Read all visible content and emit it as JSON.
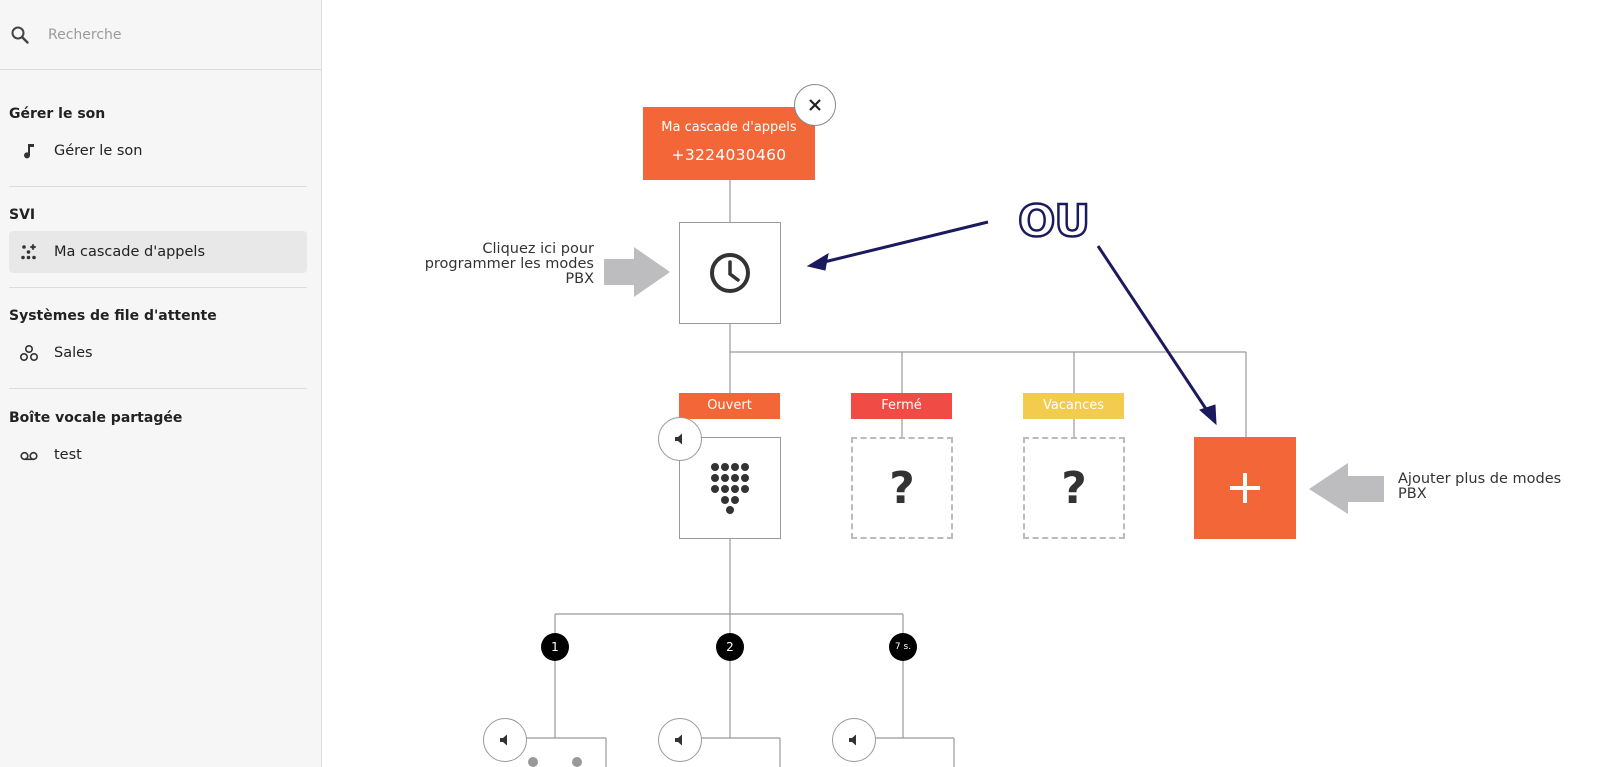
{
  "search": {
    "placeholder": "Recherche"
  },
  "sidebar": {
    "sections": [
      {
        "title": "Gérer le son",
        "items": [
          {
            "label": "Gérer le son",
            "icon": "music-note-icon"
          }
        ]
      },
      {
        "title": "SVI",
        "items": [
          {
            "label": "Ma cascade d'appels",
            "icon": "ivr-tree-icon",
            "active": true
          }
        ]
      },
      {
        "title": "Systèmes de file d'attente",
        "items": [
          {
            "label": "Sales",
            "icon": "queue-group-icon"
          }
        ]
      },
      {
        "title": "Boîte vocale partagée",
        "items": [
          {
            "label": "test",
            "icon": "voicemail-icon"
          }
        ]
      }
    ]
  },
  "flow": {
    "root": {
      "name": "Ma cascade d'appels",
      "number": "+3224030460"
    },
    "modes": [
      {
        "label": "Ouvert",
        "color": "#f26638"
      },
      {
        "label": "Fermé",
        "color": "#f04b44"
      },
      {
        "label": "Vacances",
        "color": "#f2cb4f"
      }
    ],
    "unknown_mark": "?",
    "add_symbol": "+",
    "menu_keys": [
      "1",
      "2",
      "7 s."
    ]
  },
  "annotations": {
    "schedule_hint": [
      "Cliquez ici pour",
      "programmer les modes",
      "PBX"
    ],
    "add_hint": [
      "Ajouter plus de modes",
      "PBX"
    ],
    "or_text": "OU"
  },
  "colors": {
    "accent": "#f26638",
    "arrow": "#1c1a5e",
    "hint_arrow": "#bdbdbf"
  }
}
